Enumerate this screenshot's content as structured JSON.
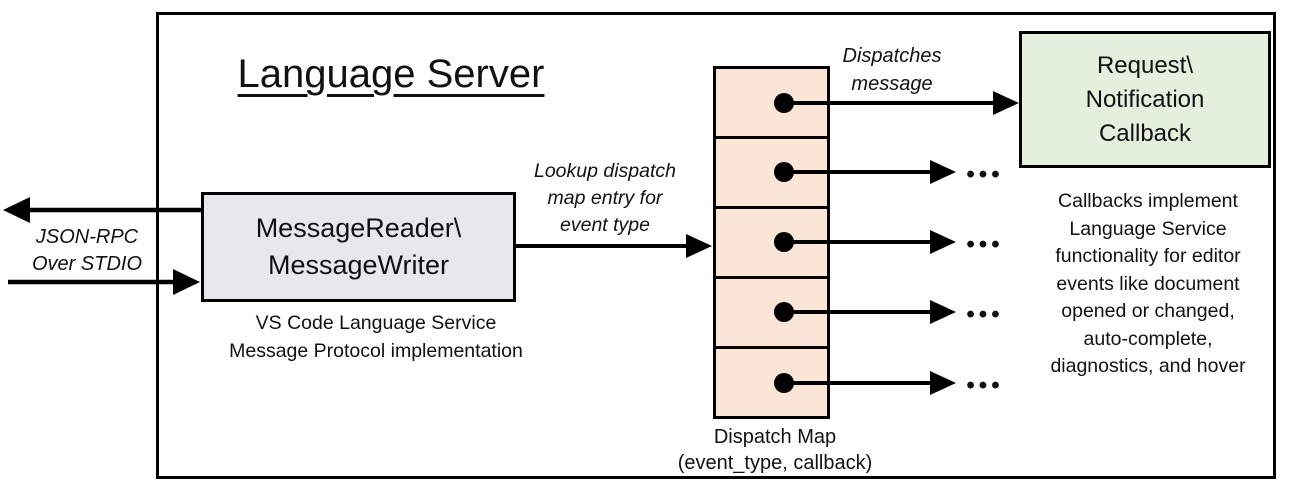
{
  "diagram": {
    "title": "Language Server",
    "io_label": "JSON-RPC\nOver STDIO",
    "reader_box": {
      "label": "MessageReader\\\nMessageWriter",
      "caption": "VS Code Language Service\nMessage Protocol implementation",
      "fill": "#e9e7ee"
    },
    "lookup_label": "Lookup dispatch\nmap entry for\nevent type",
    "dispatch_map": {
      "caption": "Dispatch Map\n(event_type, callback)",
      "cell_count": 5,
      "fill": "#fbe5d6"
    },
    "dispatches_label": "Dispatches\nmessage",
    "callback_box": {
      "label": "Request\\\nNotification\nCallback",
      "fill": "#e4efde"
    },
    "callbacks_note": "Callbacks implement\nLanguage Service\nfunctionality for editor\nevents like document\nopened or changed,\nauto-complete,\ndiagnostics, and hover",
    "ellipsis": "•••",
    "line_color": "#000000"
  }
}
